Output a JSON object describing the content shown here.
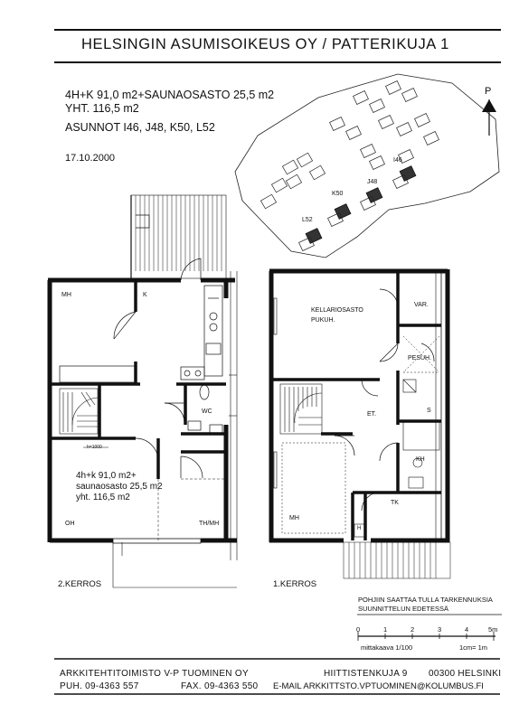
{
  "header": {
    "title": "HELSINGIN ASUMISOIKEUS OY / PATTERIKUJA 1",
    "line1": "4H+K 91,0 m2+SAUNAOSASTO 25,5 m2",
    "line2": "YHT. 116,5 m2",
    "line3": "ASUNNOT I46, J48, K50, L52",
    "date": "17.10.2000"
  },
  "site_plan": {
    "north_label": "P",
    "units": [
      "I46",
      "J48",
      "K50",
      "L52"
    ]
  },
  "floor2": {
    "label": "2.KERROS",
    "rooms": {
      "mh": "MH",
      "k": "K",
      "wc": "WC",
      "oh": "OH",
      "thmh": "TH/MH",
      "height": "h=1000"
    },
    "area_lines": [
      "4h+k 91,0 m2+",
      "saunaosasto 25,5 m2",
      "yht. 116,5 m2"
    ]
  },
  "floor1": {
    "label": "1.KERROS",
    "rooms": {
      "kellari": "KELLARIOSASTO",
      "pukuh": "PUKUH.",
      "var": "VAR.",
      "pesuh": "PESUH.",
      "s": "S",
      "et": "ET.",
      "kh": "KH",
      "mh": "MH",
      "tk": "TK",
      "h": "H"
    }
  },
  "notes": {
    "line1": "POHJIIN SAATTAA TULLA TARKENNUKSIA",
    "line2": "SUUNNITTELUN EDETESSÄ"
  },
  "scale": {
    "ticks": [
      "0",
      "1",
      "2",
      "3",
      "4",
      "5m"
    ],
    "label": "mittakaava 1/100",
    "ratio": "1cm= 1m"
  },
  "footer": {
    "office": "ARKKITEHTITOIMISTO V-P TUOMINEN OY",
    "address": "HIITTISTENKUJA 9",
    "postal": "00300 HELSINKI",
    "phone": "PUH. 09-4363 557",
    "fax": "FAX. 09-4363 550",
    "email": "E-MAIL ARKKITTSTO.VPTUOMINEN@KOLUMBUS.FI"
  }
}
